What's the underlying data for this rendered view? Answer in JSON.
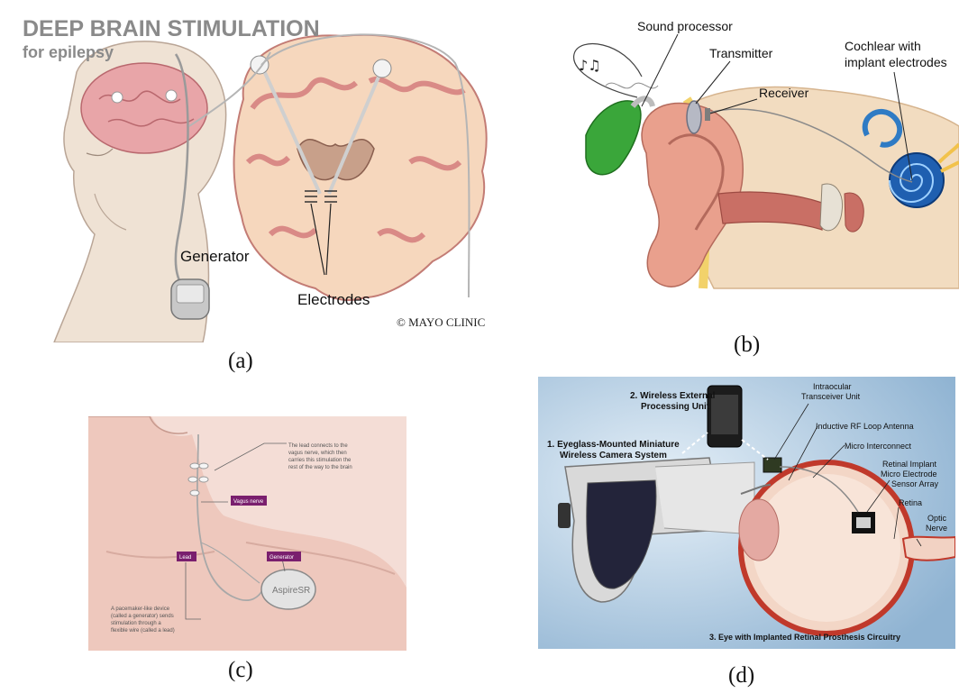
{
  "panels": {
    "a": {
      "caption": "(a)",
      "title": "DEEP BRAIN STIMULATION",
      "subtitle": "for epilepsy",
      "label_generator": "Generator",
      "label_electrodes": "Electrodes",
      "credit": "© MAYO CLINIC",
      "colors": {
        "title": "#8a8a8a",
        "brain": "#e8a5a8",
        "tissue": "#f6d7bd",
        "skin": "#efe2d4"
      }
    },
    "b": {
      "caption": "(b)",
      "label_sound_processor": "Sound processor",
      "label_transmitter": "Transmitter",
      "label_receiver": "Receiver",
      "label_cochlear_1": "Cochlear with",
      "label_cochlear_2": "implant electrodes",
      "colors": {
        "processor": "#3aa63a",
        "ear": "#e9a08d",
        "bone": "#f2dcc0",
        "cochlea": "#1f5fb0"
      }
    },
    "c": {
      "caption": "(c)",
      "note_top_1": "The lead connects to the",
      "note_top_2": "vagus nerve, which then",
      "note_top_3": "carries this stimulation the",
      "note_top_4": "rest of the way to the brain",
      "tag_vagus": "Vagus nerve",
      "tag_lead": "Lead",
      "tag_generator": "Generator",
      "device_text": "AspireSR",
      "note_bottom_1": "A pacemaker-like device",
      "note_bottom_2": "(called a generator) sends",
      "note_bottom_3": "stimulation through a",
      "note_bottom_4": "flexible wire (called a lead)",
      "colors": {
        "skin": "#eec8bd",
        "tag": "#7a1f6e"
      }
    },
    "d": {
      "caption": "(d)",
      "label_processing_1": "2.  Wireless External",
      "label_processing_2": "Processing Unit",
      "label_camera_1": "1.  Eyeglass-Mounted Miniature",
      "label_camera_2": "Wireless Camera System",
      "label_intraocular_1": "Intraocular",
      "label_intraocular_2": "Transceiver Unit",
      "label_rf": "Inductive RF Loop Antenna",
      "label_micro": "Micro Interconnect",
      "label_retinal_1": "Retinal Implant",
      "label_retinal_2": "Micro Electrode",
      "label_retinal_3": "Sensor Array",
      "label_retina": "Retina",
      "label_optic_1": "Optic",
      "label_optic_2": "Nerve",
      "label_eye": "3.  Eye with Implanted Retinal Prosthesis Circuitry",
      "colors": {
        "background": "#a9c8e0",
        "eye": "#f3d6c6",
        "sclera": "#c0392b"
      }
    }
  }
}
